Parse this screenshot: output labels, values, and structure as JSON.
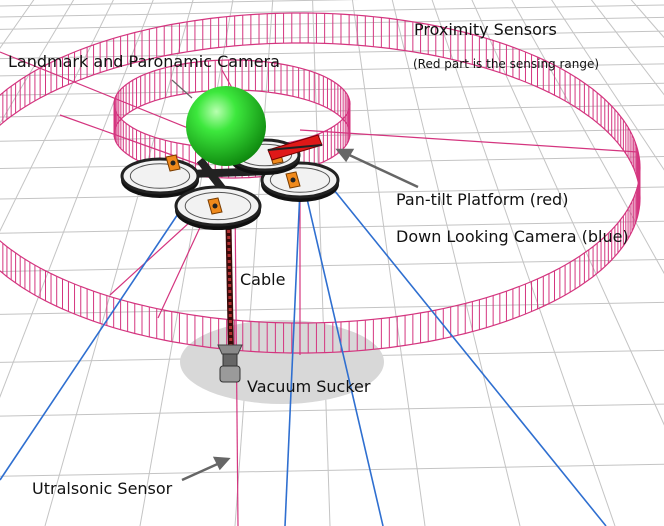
{
  "labels": {
    "proximity_sensors": "Proximity Sensors",
    "sensing_range_note": "(Red part is the sensing range)",
    "landmark_camera": "Landmark and Paronamic Camera",
    "pan_tilt": "Pan-tilt Platform (red)",
    "down_camera": "Down Looking Camera (blue)",
    "cable": "Cable",
    "vacuum": "Vacuum Sucker",
    "ultrasonic": "Utralsonic Sensor"
  },
  "colors": {
    "background": "#ffffff",
    "grid": "#c4c4c4",
    "sensor_ring": "#d4357f",
    "down_camera_rays": "#2f6fd0",
    "landmark_sphere": "#2fd02f",
    "pan_tilt_platform": "#e01818",
    "frame": "#222222",
    "rotor_arms": "#f08a1c",
    "cable": "#7a1a1a",
    "shadow": "#d8d8d8"
  },
  "icons": {
    "arrow": "arrow-pointer-icon"
  }
}
